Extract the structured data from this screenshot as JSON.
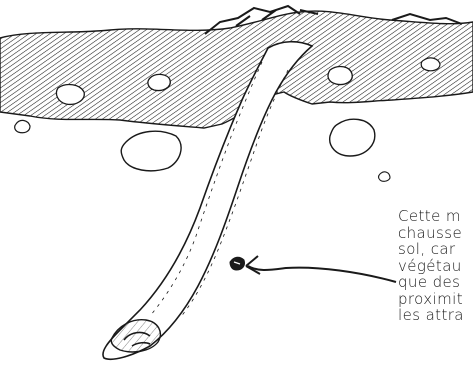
{
  "illustration": {
    "subject": "burrow-cross-section",
    "ink_color": "#1a1a1a",
    "paper_color": "#ffffff"
  },
  "caption": {
    "lines": [
      "Cette m",
      "chausse",
      "sol, car",
      "végétau",
      "que des",
      "proximit",
      "les attra"
    ]
  }
}
